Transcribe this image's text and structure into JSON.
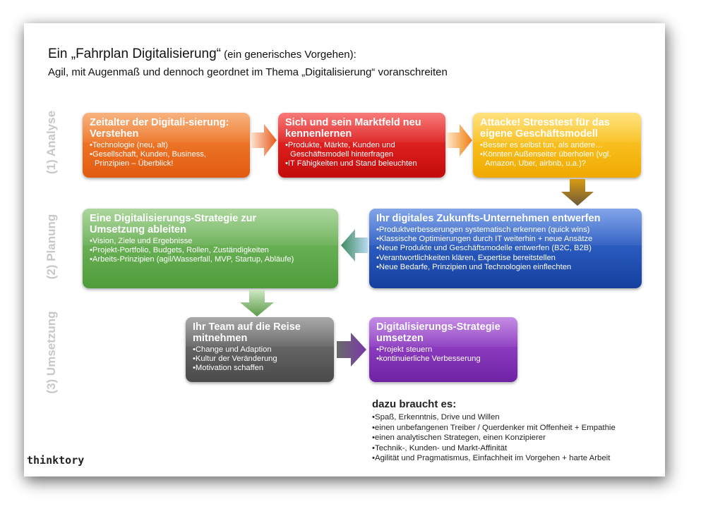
{
  "header": {
    "title_main": "Ein „Fahrplan Digitalisierung“",
    "title_paren": " (ein generisches Vorgehen):",
    "subtitle": "Agil, mit Augenmaß und dennoch geordnet im Thema „Digitalisierung“ voranschreiten"
  },
  "phases": {
    "analyse": "(1) Analyse",
    "planung": "(2) Planung",
    "umsetzung": "(3) Umsetzung"
  },
  "boxes": {
    "zeitalter": {
      "title": "Zeitalter der Digitali-sierung: Verstehen",
      "items": [
        "Technologie (neu, alt)",
        "Gesellschaft, Kunden, Business, Prinzipien – Überblick!"
      ]
    },
    "marktfeld": {
      "title": "Sich und sein Marktfeld neu kennenlernen",
      "items": [
        "Produkte, Märkte, Kunden und Geschäftsmodell hinterfragen",
        "IT Fähigkeiten und Stand beleuchten"
      ]
    },
    "attacke": {
      "title": "Attacke! Stresstest für das eigene Geschäftsmodell",
      "items": [
        "Besser es selbst tun, als andere…",
        "Könnten Außenseiter überholen (vgl. Amazon, Uber, airbnb, u.a.)?"
      ]
    },
    "zukunft": {
      "title": "Ihr digitales Zukunfts-Unternehmen entwerfen",
      "items": [
        "Produktverbesserungen systematisch erkennen (quick wins)",
        "Klassische Optimierungen durch IT weiterhin + neue Ansätze",
        "Neue Produkte und Geschäftsmodelle entwerfen (B2C, B2B)",
        "Verantwortlichkeiten klären, Expertise bereitstellen",
        "Neue Bedarfe, Prinzipien und Technologien einflechten"
      ]
    },
    "strategie": {
      "title": "Eine Digitalisierungs-Strategie zur Umsetzung ableiten",
      "items": [
        "Vision, Ziele und Ergebnisse",
        "Projekt-Portfolio, Budgets, Rollen, Zuständigkeiten",
        "Arbeits-Prinzipien (agil/Wasserfall, MVP, Startup, Abläufe)"
      ]
    },
    "team": {
      "title": "Ihr Team auf die Reise mitnehmen",
      "items": [
        "Change und Adaption",
        "Kultur der Veränderung",
        "Motivation schaffen"
      ]
    },
    "umsetzen": {
      "title": "Digitalisierungs-Strategie umsetzen",
      "items": [
        "Projekt steuern",
        "kontinuierliche Verbesserung"
      ]
    }
  },
  "needs": {
    "title": "dazu braucht es:",
    "items": [
      "Spaß, Erkenntnis, Drive und Willen",
      "einen unbefangenen Treiber / Querdenker mit Offenheit + Empathie",
      "einen analytischen Strategen, einen Konzipierer",
      "Technik-, Kunden- und Markt-Affinität",
      "Agilität und Pragmatismus, Einfachheit im Vorgehen + harte Arbeit"
    ]
  },
  "logo": {
    "text": "thinktory"
  },
  "colors": {
    "orange": "#e8671c",
    "red": "#dd1a1a",
    "yellow": "#f7bb10",
    "green": "#66ad51",
    "blue": "#2458c4",
    "gray": "#626262",
    "purple": "#8a3ac0",
    "phase_label": "#c8c8c8"
  }
}
